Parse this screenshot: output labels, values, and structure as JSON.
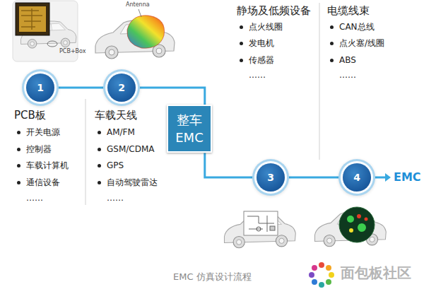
{
  "diagram": {
    "caption": "EMC 仿真设计流程",
    "nodes": [
      {
        "text": [
          "1"
        ]
      },
      {
        "text": [
          "2"
        ]
      },
      {
        "text": [
          "整车 EMC"
        ]
      },
      {
        "text": [
          "3"
        ]
      },
      {
        "text": [
          "4"
        ]
      }
    ],
    "edges": [
      {
        "from": 0,
        "to": 1,
        "arrow": "none"
      },
      {
        "from": 1,
        "to": 2,
        "arrow": "none"
      },
      {
        "from": 2,
        "to": 3,
        "arrow": "none"
      },
      {
        "from": 3,
        "to": 4,
        "arrow": "none"
      }
    ],
    "labels": [
      "PCB板",
      "开关电源",
      "控制器",
      "车载计算机",
      "通信设备",
      "……",
      "车载天线",
      "AM/FM",
      "GSM/CDMA",
      "GPS",
      "自动驾驶雷达",
      "……",
      "静场及低频设备",
      "点火线圈",
      "发电机",
      "传感器",
      "……",
      "电缆线束",
      "CAN总线",
      "点火塞/线圈",
      "ABS",
      "……",
      "EMC",
      "PCB+Box",
      "Antenna",
      "面包板社区"
    ]
  }
}
